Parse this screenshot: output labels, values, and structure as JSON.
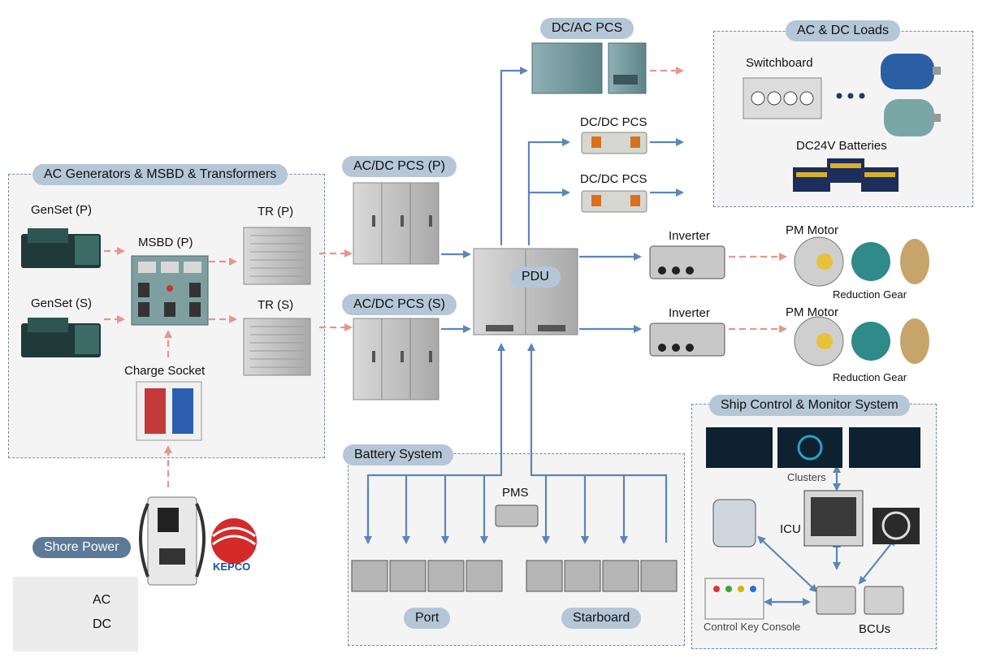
{
  "groups": {
    "ac_generators": "AC Generators & MSBD & Transformers",
    "dc_ac_pcs": "DC/AC PCS",
    "ac_dc_loads": "AC & DC Loads",
    "battery_system": "Battery System",
    "ship_control": "Ship Control & Monitor System",
    "shore_power": "Shore Power"
  },
  "labels": {
    "genset_p": "GenSet (P)",
    "genset_s": "GenSet (S)",
    "msbd_p": "MSBD (P)",
    "tr_p": "TR (P)",
    "tr_s": "TR (S)",
    "charge_socket": "Charge Socket",
    "ac_dc_pcs_p": "AC/DC PCS (P)",
    "ac_dc_pcs_s": "AC/DC PCS (S)",
    "pdu": "PDU",
    "dc_dc_pcs_1": "DC/DC PCS",
    "dc_dc_pcs_2": "DC/DC PCS",
    "switchboard": "Switchboard",
    "dc24v_batteries": "DC24V Batteries",
    "inverter_1": "Inverter",
    "inverter_2": "Inverter",
    "pm_motor_1": "PM Motor",
    "pm_motor_2": "PM Motor",
    "reduction_gear_1": "Reduction Gear",
    "reduction_gear_2": "Reduction Gear",
    "pms": "PMS",
    "port": "Port",
    "starboard": "Starboard",
    "clusters": "Clusters",
    "icu": "ICU",
    "bcus": "BCUs",
    "control_key_console": "Control Key Console",
    "kepco": "KEPCO"
  },
  "legend": {
    "ac": "AC",
    "dc": "DC"
  },
  "colors": {
    "ac_line": "#e8958c",
    "dc_line": "#5b86b8",
    "pill_light": "#b5c6d6",
    "pill_dark": "#5c7a98",
    "group_border": "#6f8aa5"
  }
}
